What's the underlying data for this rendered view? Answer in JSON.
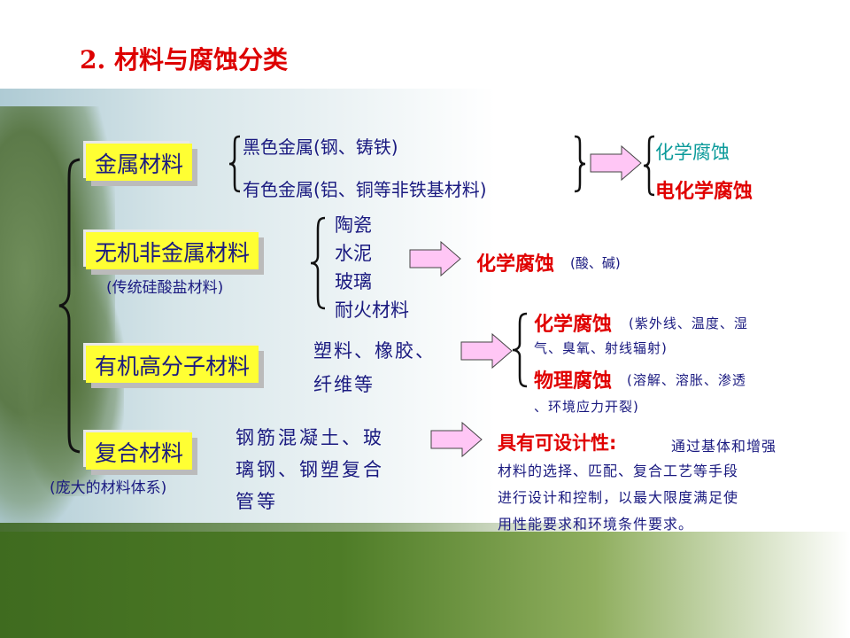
{
  "title": "2.   材料与腐蚀分类",
  "categories": {
    "metal": {
      "label": "金属材料",
      "items": [
        "黑色金属(钢、铸铁)",
        "有色金属(铝、铜等非铁基材料)"
      ],
      "corrosion": [
        "化学腐蚀",
        "电化学腐蚀"
      ]
    },
    "inorganic": {
      "label": "无机非金属材料",
      "note": "(传统硅酸盐材料)",
      "items": [
        "陶瓷",
        "水泥",
        "玻璃",
        "耐火材料"
      ],
      "corrosion_title": "化学腐蚀",
      "corrosion_note": "(酸、碱)"
    },
    "polymer": {
      "label": "有机高分子材料",
      "items_line1": "塑料、橡胶、",
      "items_line2": "纤维等",
      "chem_title": "化学腐蚀",
      "chem_note_line1": "(紫外线、温度、湿",
      "chem_note_line2": "气、臭氧、射线辐射)",
      "phys_title": "物理腐蚀",
      "phys_note_line1": "(溶解、溶胀、渗透",
      "phys_note_line2": "、环境应力开裂)"
    },
    "composite": {
      "label": "复合材料",
      "note": "(庞大的材料体系)",
      "items_line1": "钢筋混凝土、玻",
      "items_line2": "璃钢、钢塑复合",
      "items_line3": "管等",
      "design_title": "具有可设计性:",
      "design_line1": "通过基体和增强",
      "design_line2": "材料的选择、匹配、复合工艺等手段",
      "design_line3": "进行设计和控制，以最大限度满足使",
      "design_line4": "用性能要求和环境条件要求。"
    }
  },
  "colors": {
    "title": "#dd0000",
    "box_fill": "#ffff33",
    "text_blue": "#1a1a80",
    "red": "#e00000",
    "teal": "#0a9a9a",
    "arrow_fill": "#ffc6f5"
  }
}
